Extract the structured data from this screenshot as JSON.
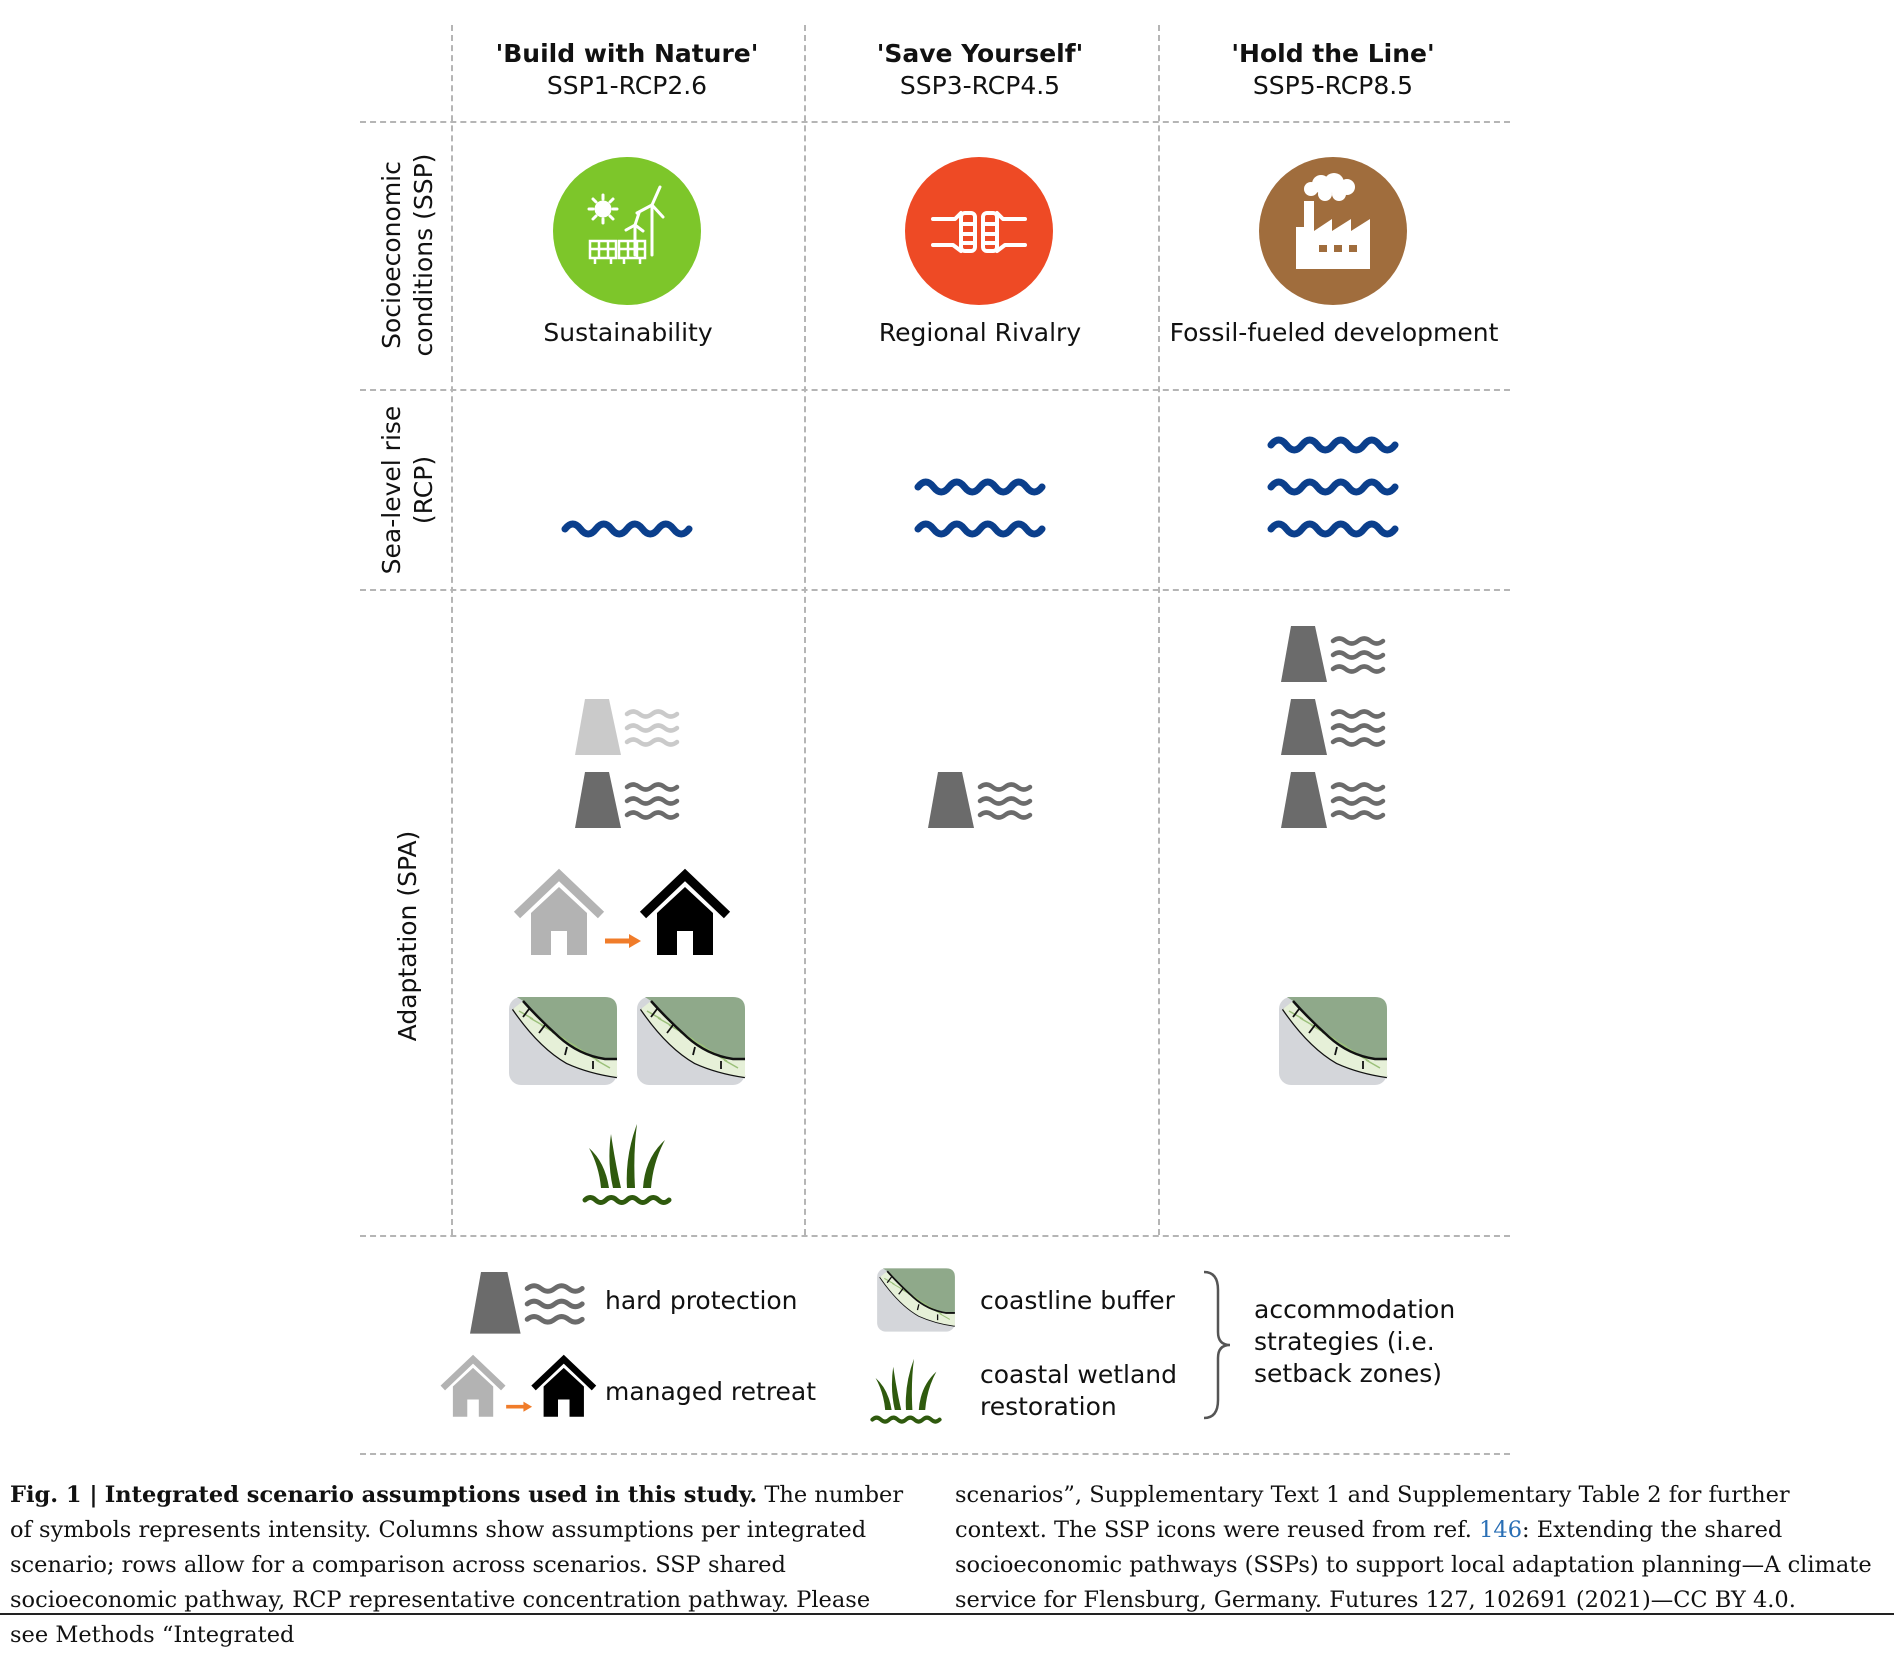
{
  "columns": [
    {
      "title": "'Build with Nature'",
      "subtitle": "SSP1-RCP2.6",
      "ssp_label": "Sustainability",
      "ssp_icon": "wind-solar-icon",
      "ssp_color": "#7dc62a"
    },
    {
      "title": "'Save Yourself'",
      "subtitle": "SSP3-RCP4.5",
      "ssp_label": "Regional Rivalry",
      "ssp_icon": "handshake-broken-icon",
      "ssp_color": "#ee4a25"
    },
    {
      "title": "'Hold the Line'",
      "subtitle": "SSP5-RCP8.5",
      "ssp_label": "Fossil-fueled development",
      "ssp_icon": "factory-icon",
      "ssp_color": "#a06d3d"
    }
  ],
  "rows": {
    "ssp_line1": "Socioeconomic",
    "ssp_line2": "conditions (SSP)",
    "rcp_line1": "Sea-level rise",
    "rcp_line2": "(RCP)",
    "spa": "Adaptation (SPA)"
  },
  "intensity": {
    "sea_level_waves": [
      1,
      2,
      3
    ],
    "hard_protection": [
      1.5,
      1,
      3
    ],
    "managed_retreat": [
      1,
      0,
      0
    ],
    "coastline_buffer": [
      2,
      0,
      1
    ],
    "wetland_restoration": [
      1,
      0,
      0
    ]
  },
  "legend": {
    "hard_protection": "hard protection",
    "managed_retreat": "managed retreat",
    "coastline_buffer": "coastline buffer",
    "wetland_line1": "coastal wetland",
    "wetland_line2": "restoration",
    "accommodation_line1": "accommodation",
    "accommodation_line2": "strategies (i.e.",
    "accommodation_line3": "setback zones)"
  },
  "colors": {
    "wave": "#0b3f8c",
    "dike": "#6b6b6b",
    "arrow": "#f07c2a",
    "wetland": "#2f5a0e",
    "buffer_fill": "#8fa98a",
    "gridline": "#b5b5b5"
  },
  "caption": {
    "fig_label": "Fig. 1 |",
    "title": "Integrated scenario assumptions used in this study.",
    "left_text": "The number of symbols represents intensity. Columns show assumptions per integrated scenario; rows allow for a comparison across scenarios. SSP shared socioeconomic pathway, RCP representative concentration pathway. Please see Methods “Integrated",
    "right_text_1": "scenarios”, Supplementary Text 1 and Supplementary Table 2 for further context. The SSP icons were reused from ref.",
    "ref_num": "146",
    "right_text_2": ": Extending the shared socioeconomic pathways (SSPs) to support local adaptation planning—A climate service for Flensburg, Germany. Futures 127, 102691 (2021)—CC BY 4.0."
  }
}
